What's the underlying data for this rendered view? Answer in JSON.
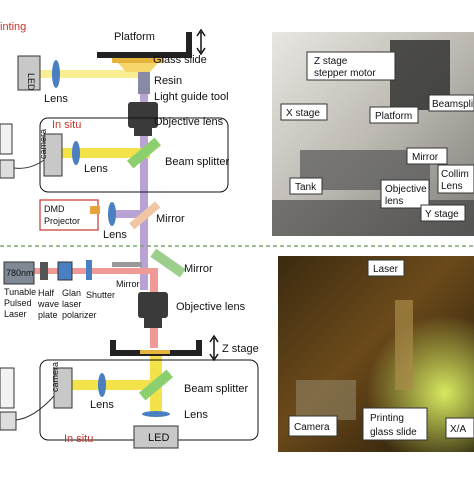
{
  "top": {
    "section_title": "inting",
    "insitu": "In situ",
    "labels": {
      "platform": "Platform",
      "glass_slide": "Glass slide",
      "resin": "Resin",
      "light_guide_tool": "Light guide tool",
      "objective_lens": "Objective lens",
      "beam_splitter": "Beam splitter",
      "mirror": "Mirror",
      "lens_led": "Lens",
      "lens_camera": "Lens",
      "lens_dmd": "Lens",
      "led": "LED",
      "camera": "camera",
      "dmd_projector_line1": "DMD",
      "dmd_projector_line2": "Projector"
    },
    "photo_labels": {
      "z_stage_line1": "Z stage",
      "z_stage_line2": "stepper motor",
      "x_stage": "X stage",
      "platform": "Platform",
      "beamsplitter": "Beamsplit",
      "mirror": "Mirror",
      "collimator_line1": "Collim",
      "collimator_line2": "Lens",
      "tank": "Tank",
      "objective_line1": "Objective",
      "objective_line2": "lens",
      "y_stage": "Y stage"
    }
  },
  "bottom": {
    "insitu": "In situ",
    "labels": {
      "laser_line1": "780nm",
      "laser_line2": "Tunable",
      "laser_line3": "Pulsed",
      "laser_line4": "Laser",
      "half_line1": "Half",
      "half_line2": "wave",
      "half_line3": "plate",
      "glan_line1": "Glan",
      "glan_line2": "laser",
      "glan_line3": "polarizer",
      "shutter": "Shutter",
      "mirror_small": "Mirror",
      "mirror": "Mirror",
      "objective_lens": "Objective lens",
      "z_stage": "Z stage",
      "beam_splitter": "Beam splitter",
      "lens_camera": "Lens",
      "lens_led": "Lens",
      "camera": "camera",
      "led": "LED"
    },
    "photo_labels": {
      "laser": "Laser",
      "camera": "Camera",
      "printing_line1": "Printing",
      "printing_line2": "glass slide",
      "xa": "X/A"
    }
  },
  "colors": {
    "beam_yellow": "#f3e24a",
    "beam_purple": "#b9a3d4",
    "beam_red": "#f09a96",
    "objective": "#3a3a3a",
    "lens_blue": "#4a7fc1",
    "accent_red": "#c7352b",
    "led_box": "#c8c8c8"
  }
}
